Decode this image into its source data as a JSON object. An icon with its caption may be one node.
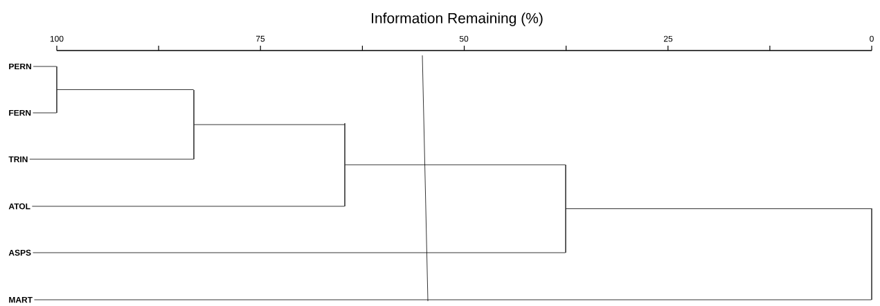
{
  "diagram": {
    "title": "Information Remaining (%)",
    "nodes": [
      {
        "text": [
          "PERN"
        ]
      },
      {
        "text": [
          "FERN"
        ]
      },
      {
        "text": [
          "TRIN"
        ]
      },
      {
        "text": [
          "ATOL"
        ]
      },
      {
        "text": [
          "ASPS"
        ]
      },
      {
        "text": [
          "MART"
        ]
      },
      {
        "text": [],
        "shape": "bar"
      },
      {
        "text": [],
        "shape": "bar"
      },
      {
        "text": [],
        "shape": "bar"
      },
      {
        "text": [],
        "shape": "bar"
      },
      {
        "text": [],
        "shape": "bar"
      }
    ],
    "edges": [
      {
        "from": 0,
        "to": 6,
        "arrow": "none"
      },
      {
        "from": 1,
        "to": 6,
        "arrow": "none"
      },
      {
        "from": 6,
        "to": 7,
        "arrow": "none"
      },
      {
        "from": 2,
        "to": 7,
        "arrow": "none"
      },
      {
        "from": 7,
        "to": 8,
        "arrow": "none"
      },
      {
        "from": 3,
        "to": 8,
        "arrow": "none"
      },
      {
        "from": 8,
        "to": 9,
        "arrow": "none"
      },
      {
        "from": 4,
        "to": 9,
        "arrow": "none"
      },
      {
        "from": 9,
        "to": 10,
        "arrow": "none"
      },
      {
        "from": 5,
        "to": 10,
        "arrow": "none"
      }
    ],
    "labels": [
      "100",
      "75",
      "50",
      "25",
      "0"
    ]
  }
}
